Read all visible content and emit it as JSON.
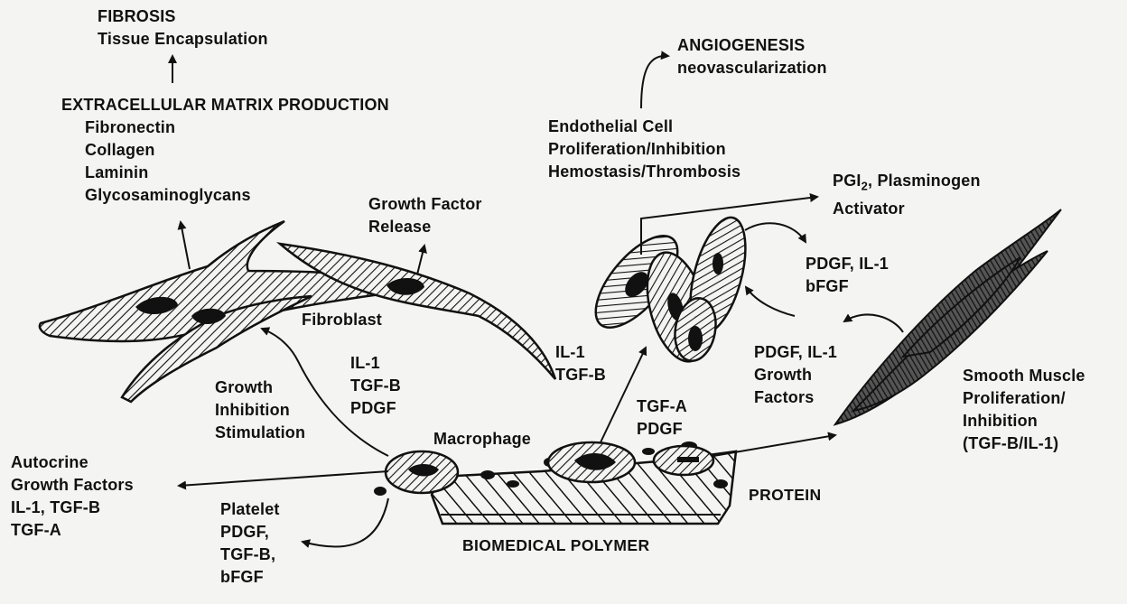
{
  "labels": {
    "fibrosis": [
      "FIBROSIS",
      "Tissue Encapsulation"
    ],
    "ecm": [
      "EXTRACELLULAR MATRIX PRODUCTION",
      "Fibronectin",
      "Collagen",
      "Laminin",
      "Glycosaminoglycans"
    ],
    "growth_factor_release": [
      "Growth Factor",
      "Release"
    ],
    "fibroblast": "Fibroblast",
    "growth_inhibition": [
      "Growth",
      "Inhibition",
      "Stimulation"
    ],
    "il1_tgfb_pdgf": [
      "IL-1",
      "TGF-B",
      "PDGF"
    ],
    "angiogenesis": [
      "ANGIOGENESIS",
      "neovascularization"
    ],
    "endothelial": [
      "Endothelial Cell",
      "Proliferation/Inhibition",
      "Hemostasis/Thrombosis"
    ],
    "pgi2_prefix": "PGI",
    "pgi2_sub": "2",
    "pgi2_suffix": ", Plasminogen",
    "activator": "Activator",
    "pdgf_il1_bfgf": [
      "PDGF, IL-1",
      "bFGF"
    ],
    "il1_tgfb": [
      "IL-1",
      "TGF-B"
    ],
    "tgfa_pdgf": [
      "TGF-A",
      "PDGF"
    ],
    "macrophage": "Macrophage",
    "pdgf_il1_growth": [
      "PDGF, IL-1",
      "Growth",
      "Factors"
    ],
    "smooth_muscle": [
      "Smooth Muscle",
      "Proliferation/",
      "Inhibition",
      "(TGF-B/IL-1)"
    ],
    "autocrine": [
      "Autocrine",
      "Growth Factors",
      "IL-1, TGF-B",
      "TGF-A"
    ],
    "platelet": [
      "Platelet",
      "PDGF,",
      "TGF-B,",
      "bFGF"
    ],
    "protein": "PROTEIN",
    "biomedical_polymer": "BIOMEDICAL POLYMER"
  }
}
